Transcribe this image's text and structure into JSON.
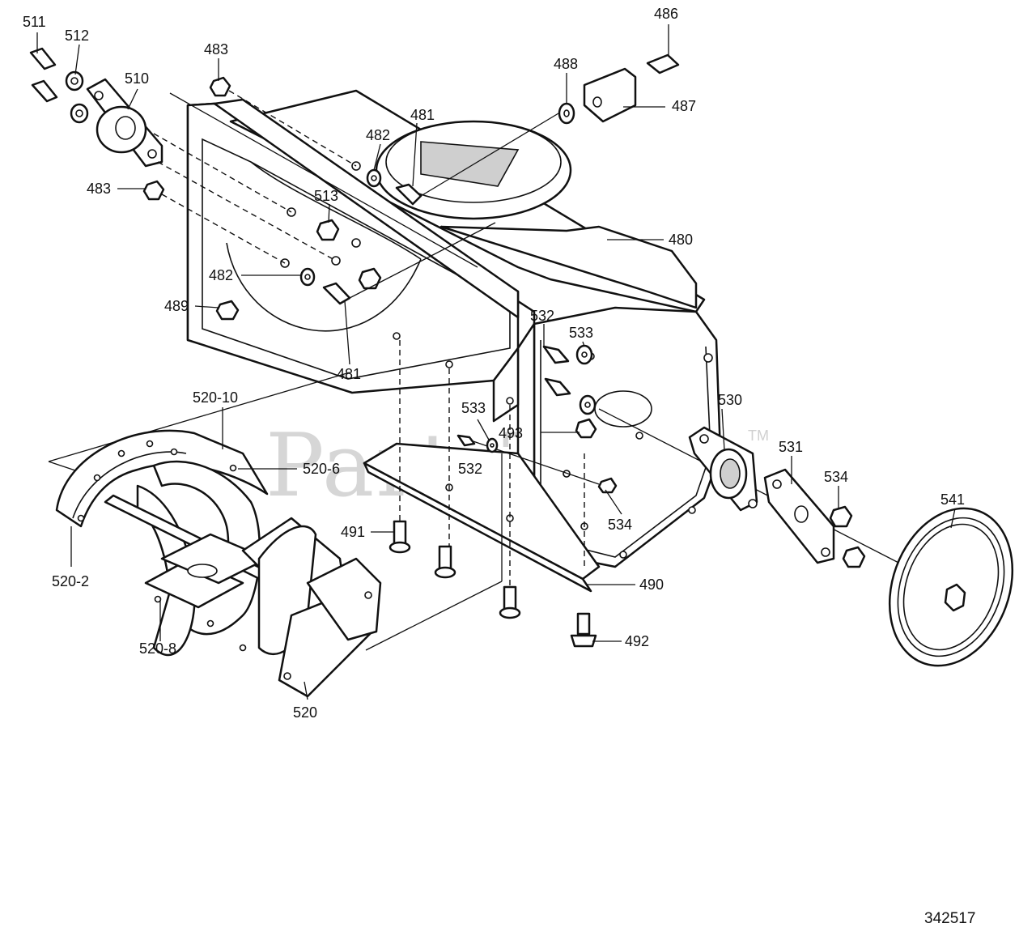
{
  "watermark": "PartsTree",
  "trademark": "TM",
  "catalog_number": "342517",
  "callouts": [
    {
      "id": "511",
      "text": "511"
    },
    {
      "id": "512",
      "text": "512"
    },
    {
      "id": "510",
      "text": "510"
    },
    {
      "id": "483a",
      "text": "483"
    },
    {
      "id": "483b",
      "text": "483"
    },
    {
      "id": "486",
      "text": "486"
    },
    {
      "id": "488",
      "text": "488"
    },
    {
      "id": "487",
      "text": "487"
    },
    {
      "id": "482a",
      "text": "482"
    },
    {
      "id": "481a",
      "text": "481"
    },
    {
      "id": "513",
      "text": "513"
    },
    {
      "id": "480",
      "text": "480"
    },
    {
      "id": "482b",
      "text": "482"
    },
    {
      "id": "489",
      "text": "489"
    },
    {
      "id": "481b",
      "text": "481"
    },
    {
      "id": "532a",
      "text": "532"
    },
    {
      "id": "533a",
      "text": "533"
    },
    {
      "id": "530",
      "text": "530"
    },
    {
      "id": "520-10",
      "text": "520-10"
    },
    {
      "id": "533b",
      "text": "533"
    },
    {
      "id": "493",
      "text": "493"
    },
    {
      "id": "531",
      "text": "531"
    },
    {
      "id": "520-6",
      "text": "520-6"
    },
    {
      "id": "532b",
      "text": "532"
    },
    {
      "id": "534a",
      "text": "534"
    },
    {
      "id": "541",
      "text": "541"
    },
    {
      "id": "534b",
      "text": "534"
    },
    {
      "id": "491",
      "text": "491"
    },
    {
      "id": "520-2",
      "text": "520-2"
    },
    {
      "id": "490",
      "text": "490"
    },
    {
      "id": "520-8",
      "text": "520-8"
    },
    {
      "id": "492",
      "text": "492"
    },
    {
      "id": "520",
      "text": "520"
    }
  ]
}
